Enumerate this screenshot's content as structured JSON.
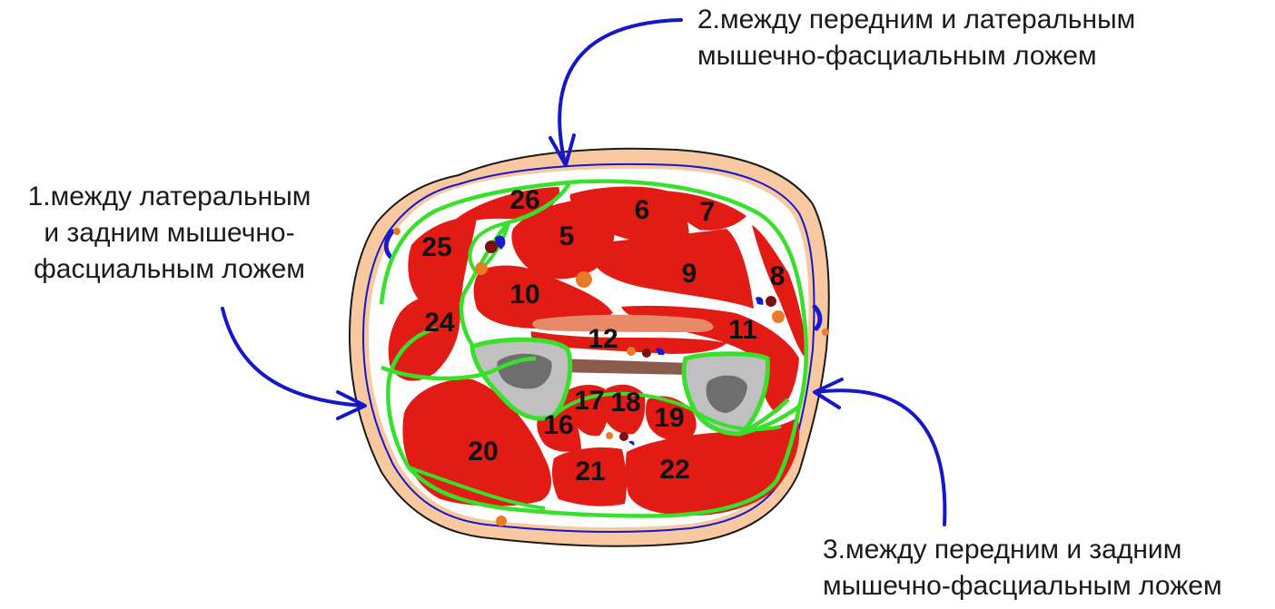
{
  "captions": {
    "septum_1": [
      "1.между латеральным",
      "и задним мышечно-",
      "фасциальным ложем"
    ],
    "septum_2": [
      "2.между передним и латеральным",
      "мышечно-фасциальным ложем"
    ],
    "septum_3": [
      "3.между передним и задним",
      "мышечно-фасциальным ложем"
    ]
  },
  "muscle_labels": {
    "m5": "5",
    "m6": "6",
    "m7": "7",
    "m8": "8",
    "m9": "9",
    "m10": "10",
    "m11": "11",
    "m12": "12",
    "m16": "16",
    "m17": "17",
    "m18": "18",
    "m19": "19",
    "m20": "20",
    "m21": "21",
    "m22": "22",
    "m24": "24",
    "m25": "25",
    "m26": "26"
  },
  "colors": {
    "skin": "#f8c8a0",
    "muscle": "#e21b14",
    "fascia": "#38e02c",
    "arrow": "#1518c8",
    "bone_outer": "#c0c0c0",
    "bone_inner": "#6e6e6e",
    "membrane": "#8b5a4a",
    "nerve": "#e87a28",
    "artery": "#7a1010",
    "vein": "#1a1acc"
  }
}
